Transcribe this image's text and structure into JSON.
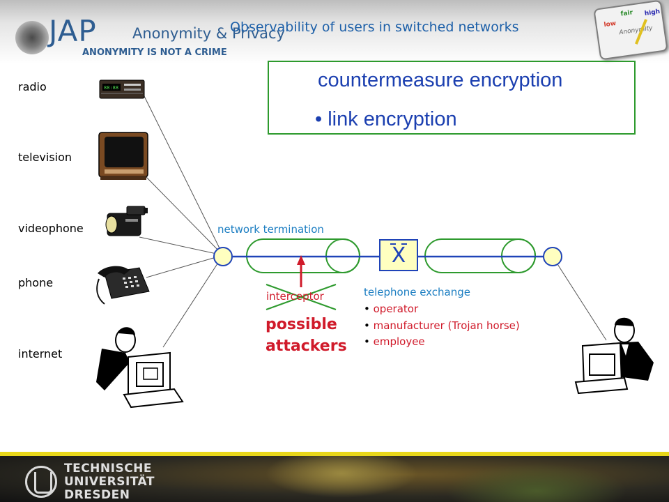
{
  "header": {
    "logo_main": "JAP",
    "logo_sub": "Anonymity & Privacy",
    "logo_tagline": "ANONYMITY IS NOT A CRIME",
    "title": "Observability of users in switched networks",
    "gauge": {
      "low": "low",
      "fair": "fair",
      "high": "high",
      "label": "Anonymity"
    }
  },
  "countermeasure": {
    "title": "countermeasure encryption",
    "bullet": "• link encryption",
    "border_color": "#2d9a2d",
    "text_color": "#1b3fb0"
  },
  "devices": [
    {
      "label": "radio",
      "icon": "radio-icon"
    },
    {
      "label": "television",
      "icon": "television-icon"
    },
    {
      "label": "videophone",
      "icon": "camcorder-icon"
    },
    {
      "label": "phone",
      "icon": "telephone-icon"
    },
    {
      "label": "internet",
      "icon": "computer-user-icon"
    }
  ],
  "network": {
    "termination_label": "network termination",
    "interceptor_label": "interceptor",
    "attackers_label": "possible attackers",
    "exchange_title": "telephone exchange",
    "exchange_items": [
      "operator",
      "manufacturer (Trojan horse)",
      "employee"
    ],
    "switch_symbol": "X"
  },
  "footer": {
    "university_lines": [
      "TECHNISCHE",
      "UNIVERSITÄT",
      "DRESDEN"
    ],
    "stripe_color": "#e8d71a"
  },
  "colors": {
    "blue_text": "#1c7ec2",
    "red_text": "#d01a2a",
    "line_blue": "#1f43b8",
    "tube_green": "#2e9a2e",
    "node_fill": "#ffffc0"
  }
}
